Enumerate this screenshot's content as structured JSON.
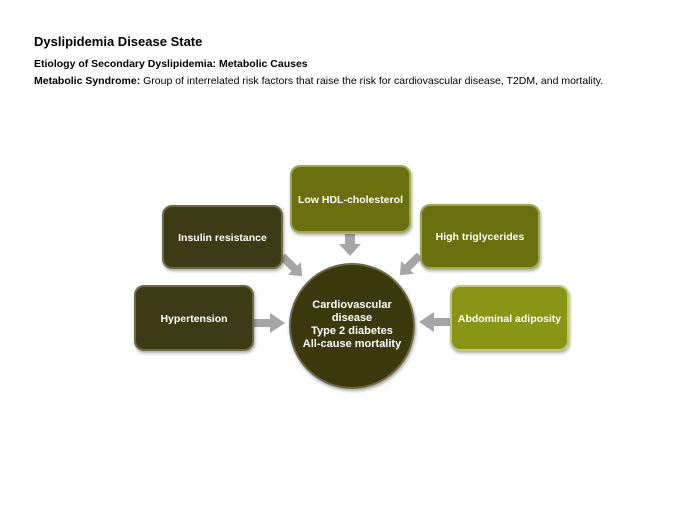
{
  "header": {
    "title": "Dyslipidemia Disease State",
    "subtitle": "Etiology of Secondary Dyslipidemia: Metabolic Causes",
    "definition_term": "Metabolic Syndrome:",
    "definition_text": " Group of interrelated risk factors that raise the risk for cardiovascular disease, T2DM, and mortality."
  },
  "diagram": {
    "center_lines": [
      "Cardiovascular",
      "disease",
      "Type 2 diabetes",
      "All-cause mortality"
    ],
    "risk_factors": {
      "low_hdl": "Low HDL-cholesterol",
      "insulin_resistance": "Insulin resistance",
      "high_triglycerides": "High triglycerides",
      "hypertension": "Hypertension",
      "abdominal_adiposity": "Abdominal adiposity"
    },
    "colors": {
      "dark_box": "#3d3a14",
      "dark_box_border": "#6e6b45",
      "olive_box": "#6b7010",
      "olive_box_border": "#a3a65a",
      "light_olive_box": "#8a9418",
      "light_olive_box_border": "#c2c77a",
      "center_circle": "#3b3810",
      "arrow": "#a6a6a6"
    }
  }
}
